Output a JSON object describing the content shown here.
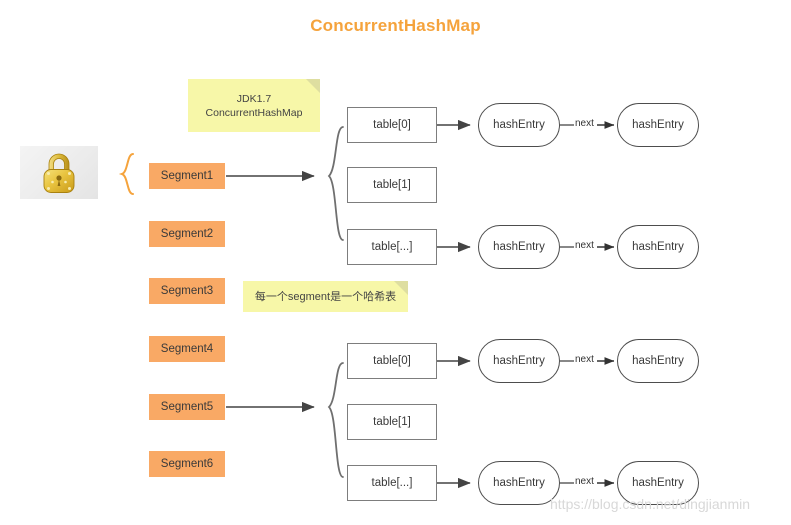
{
  "title": "ConcurrentHashMap",
  "theme": {
    "accent_orange": "#f5a33c",
    "segment_fill": "#f9a965",
    "note_fill": "#f7f7a8",
    "note_fold": "#dedea0",
    "box_border": "#7d7d7d",
    "entry_border": "#4d4d4d",
    "connector": "#555555",
    "background": "#ffffff",
    "watermark_color": "#d8d8d8"
  },
  "icons": {
    "lock": "padlock-icon",
    "brace_orange": "curly-brace-orange-icon",
    "brace_gray_top": "curly-brace-gray-icon",
    "brace_gray_bottom": "curly-brace-gray-icon"
  },
  "notes": [
    {
      "id": "jdk",
      "text": "JDK1.7\nConcurrentHashMap",
      "line1": "JDK1.7",
      "line2": "ConcurrentHashMap"
    },
    {
      "id": "cn",
      "text": "每一个segment是一个哈希表"
    }
  ],
  "segments": [
    {
      "label": "Segment1",
      "expanded": true
    },
    {
      "label": "Segment2",
      "expanded": false
    },
    {
      "label": "Segment3",
      "expanded": false
    },
    {
      "label": "Segment4",
      "expanded": false
    },
    {
      "label": "Segment5",
      "expanded": true
    },
    {
      "label": "Segment6",
      "expanded": false
    }
  ],
  "hash_tables": [
    {
      "source_segment": "Segment1",
      "buckets": [
        {
          "label": "table[0]",
          "entries": [
            "hashEntry",
            "hashEntry"
          ],
          "link_label": "next"
        },
        {
          "label": "table[1]",
          "entries": [],
          "link_label": ""
        },
        {
          "label": "table[...]",
          "entries": [
            "hashEntry",
            "hashEntry"
          ],
          "link_label": "next"
        }
      ]
    },
    {
      "source_segment": "Segment5",
      "buckets": [
        {
          "label": "table[0]",
          "entries": [
            "hashEntry",
            "hashEntry"
          ],
          "link_label": "next"
        },
        {
          "label": "table[1]",
          "entries": [],
          "link_label": ""
        },
        {
          "label": "table[...]",
          "entries": [
            "hashEntry",
            "hashEntry"
          ],
          "link_label": "next"
        }
      ]
    }
  ],
  "watermark": "https://blog.csdn.net/dingjianmin"
}
